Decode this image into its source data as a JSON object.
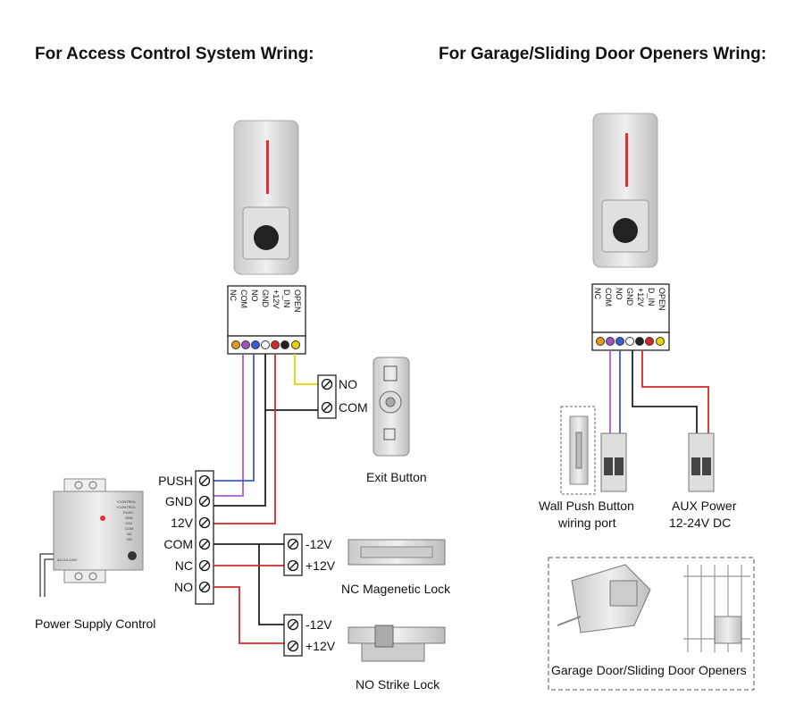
{
  "titles": {
    "left": "For Access Control System Wring:",
    "right": "For Garage/Sliding Door Openers Wring:"
  },
  "reader_terminals": [
    "NC",
    "COM",
    "NO",
    "GND",
    "+12V",
    "D_IN",
    "OPEN"
  ],
  "psu_terminals": [
    "PUSH",
    "GND",
    "12V",
    "COM",
    "NC",
    "NO"
  ],
  "exit_button": {
    "terminals": [
      "NO",
      "COM"
    ],
    "label": "Exit Button"
  },
  "power_supply": {
    "label": "Power Supply Control",
    "rows": [
      "+CONTROL",
      "+CONTROL",
      "PUSH",
      "GND",
      "+12V",
      "COM",
      "NC",
      "NO"
    ],
    "model": "AC110-240V"
  },
  "mag_lock": {
    "terminals": [
      "-12V",
      "+12V"
    ],
    "label": "NC Magenetic Lock"
  },
  "strike_lock": {
    "terminals": [
      "-12V",
      "+12V"
    ],
    "label": "NO Strike Lock"
  },
  "wall_push": {
    "line1": "Wall Push Button",
    "line2": "wiring port"
  },
  "aux_power": {
    "line1": "AUX Power",
    "line2": "12-24V DC"
  },
  "garage_label": "Garage Door/Sliding Door Openers",
  "colors": {
    "purple": "#b05ad0",
    "blue": "#3a5cd8",
    "black": "#222222",
    "red": "#d82828",
    "yellow": "#e8d200",
    "device": "#d9d9d9"
  }
}
